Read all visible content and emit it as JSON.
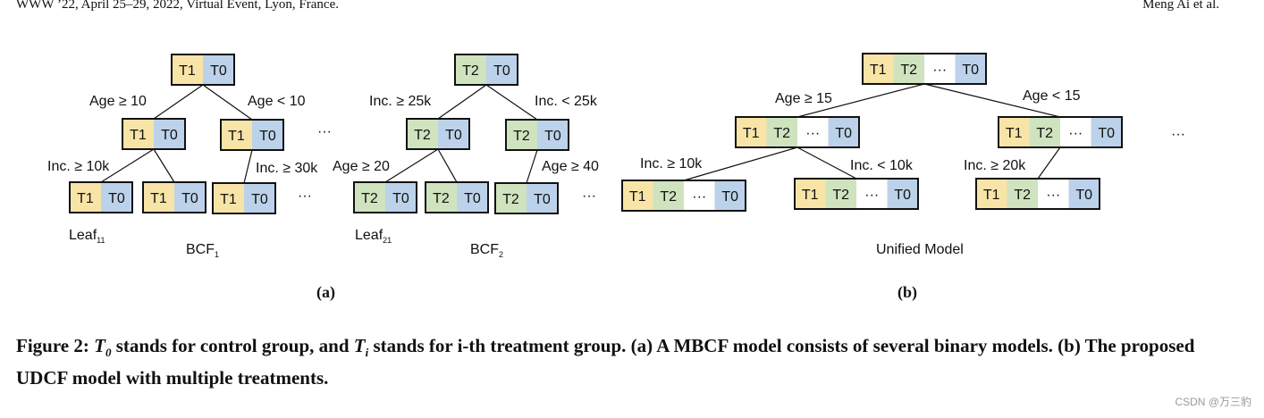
{
  "header": {
    "left": "WWW ’22, April 25–29, 2022, Virtual Event, Lyon, France.",
    "right": "Meng Ai et al."
  },
  "colors": {
    "T1": "#f8e4a7",
    "T2": "#cfe3be",
    "T0": "#bcd2ea",
    "dots": "#ffffff"
  },
  "panels": {
    "a": "(a)",
    "b": "(b)",
    "bcf1": {
      "base": "BCF",
      "sub": "1"
    },
    "bcf2": {
      "base": "BCF",
      "sub": "2"
    },
    "leaf11": {
      "base": "Leaf",
      "sub": "11"
    },
    "leaf21": {
      "base": "Leaf",
      "sub": "21"
    },
    "unified": "Unified Model"
  },
  "split_labels": {
    "age_ge_10": "Age ≥ 10",
    "age_lt_10": "Age < 10",
    "inc_ge_10k_a": "Inc. ≥ 10k",
    "inc_ge_30k": "Inc. ≥ 30k",
    "inc_ge_25k": "Inc. ≥ 25k",
    "inc_lt_25k": "Inc. < 25k",
    "age_ge_20": "Age ≥ 20",
    "age_ge_40": "Age ≥ 40",
    "age_ge_15": "Age ≥ 15",
    "age_lt_15": "Age < 15",
    "inc_ge_10k_b": "Inc. ≥ 10k",
    "inc_lt_10k": "Inc. < 10k",
    "inc_ge_20k": "Inc. ≥ 20k"
  },
  "ellipsis": "···",
  "cells": {
    "T1": "T1",
    "T2": "T2",
    "T0": "T0",
    "dots": "···"
  },
  "caption": {
    "prefix": "Figure 2: ",
    "t0": "T",
    "t0_sub": "0",
    "middle": " stands for control group, and ",
    "ti": "T",
    "ti_sub": "i",
    "rest": " stands for i-th treatment group. (a) A MBCF model consists of several binary models. (b) The proposed UDCF model with multiple treatments."
  },
  "watermark": "CSDN @万三豹"
}
